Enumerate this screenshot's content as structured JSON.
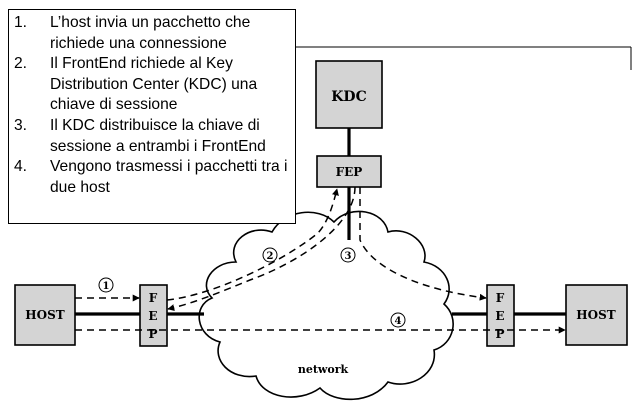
{
  "steps": [
    {
      "num": "1.",
      "text": "L’host invia un pacchetto che richiede una connessione"
    },
    {
      "num": "2.",
      "text": "Il FrontEnd richiede al Key Distribution Center (KDC) una chiave di sessione"
    },
    {
      "num": "3.",
      "text": "Il KDC distribuisce la chiave di sessione a entrambi i FrontEnd"
    },
    {
      "num": "4.",
      "text": "Vengono trasmessi i pacchetti tra i due host"
    }
  ],
  "diagram": {
    "kdc_label": "KDC",
    "fep_top_label": "FEP",
    "host_left_label": "HOST",
    "host_right_label": "HOST",
    "fep_left_letters": [
      "F",
      "E",
      "P"
    ],
    "fep_right_letters": [
      "F",
      "E",
      "P"
    ],
    "network_label": "network",
    "step_markers": [
      "1",
      "2",
      "3",
      "4"
    ]
  },
  "colors": {
    "box_fill": "#d4d4d4",
    "line": "#000000"
  }
}
